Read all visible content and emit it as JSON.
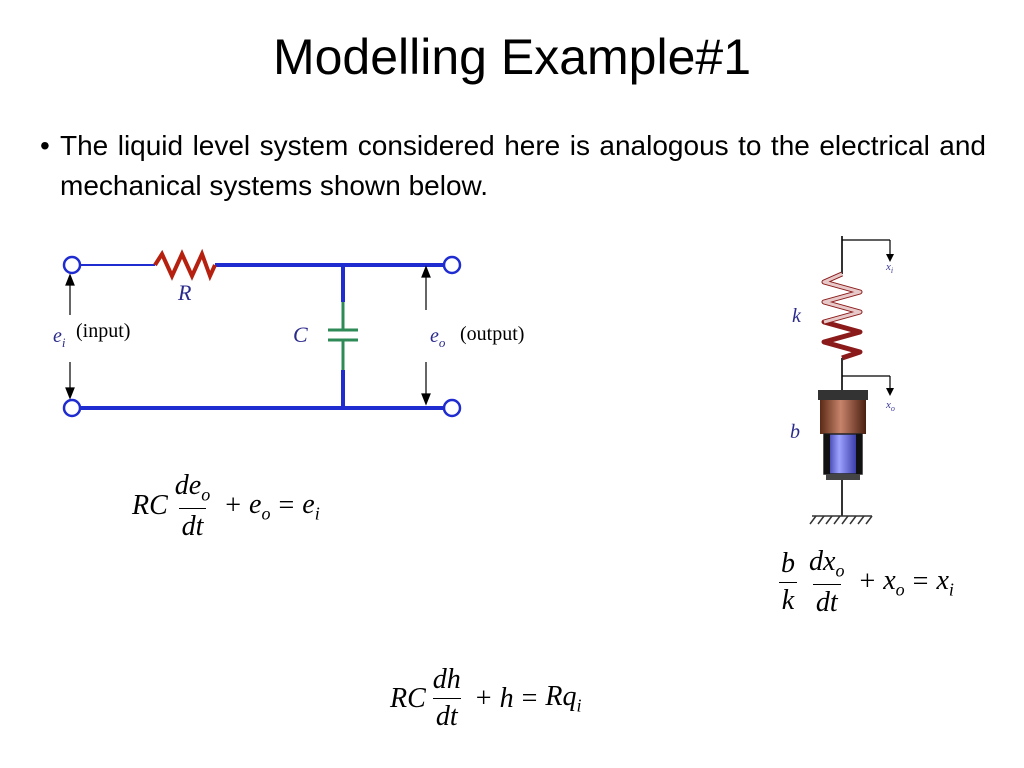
{
  "slide": {
    "title": "Modelling Example#1",
    "bullet": "The liquid level system considered here is analogous to the electrical and mechanical systems shown below."
  },
  "circuit": {
    "resistor_label": "R",
    "capacitor_label": "C",
    "input_symbol": "e",
    "input_sub": "i",
    "input_text": "(input)",
    "output_symbol": "e",
    "output_sub": "o",
    "output_text": "(output)",
    "wire_color": "#1f2ccf",
    "resistor_color": "#b5200f",
    "capacitor_color": "#2e8b57"
  },
  "mechanical": {
    "spring_label": "k",
    "damper_label": "b",
    "xi_symbol": "x",
    "xi_sub": "i",
    "xo_symbol": "x",
    "xo_sub": "o"
  },
  "equations": {
    "electrical": {
      "lhs_coef": "RC",
      "num": "de",
      "num_sub": "o",
      "den": "dt",
      "plus": "+",
      "term": "e",
      "term_sub": "o",
      "equals": "=",
      "rhs": "e",
      "rhs_sub": "i"
    },
    "mechanical": {
      "coef_num": "b",
      "coef_den": "k",
      "num": "dx",
      "num_sub": "o",
      "den": "dt",
      "plus": "+",
      "term": "x",
      "term_sub": "o",
      "equals": "=",
      "rhs": "x",
      "rhs_sub": "i"
    },
    "liquid": {
      "lhs_coef": "RC",
      "num": "dh",
      "den": "dt",
      "plus": "+",
      "term": "h",
      "equals": "=",
      "rhs": "Rq",
      "rhs_sub": "i"
    }
  }
}
